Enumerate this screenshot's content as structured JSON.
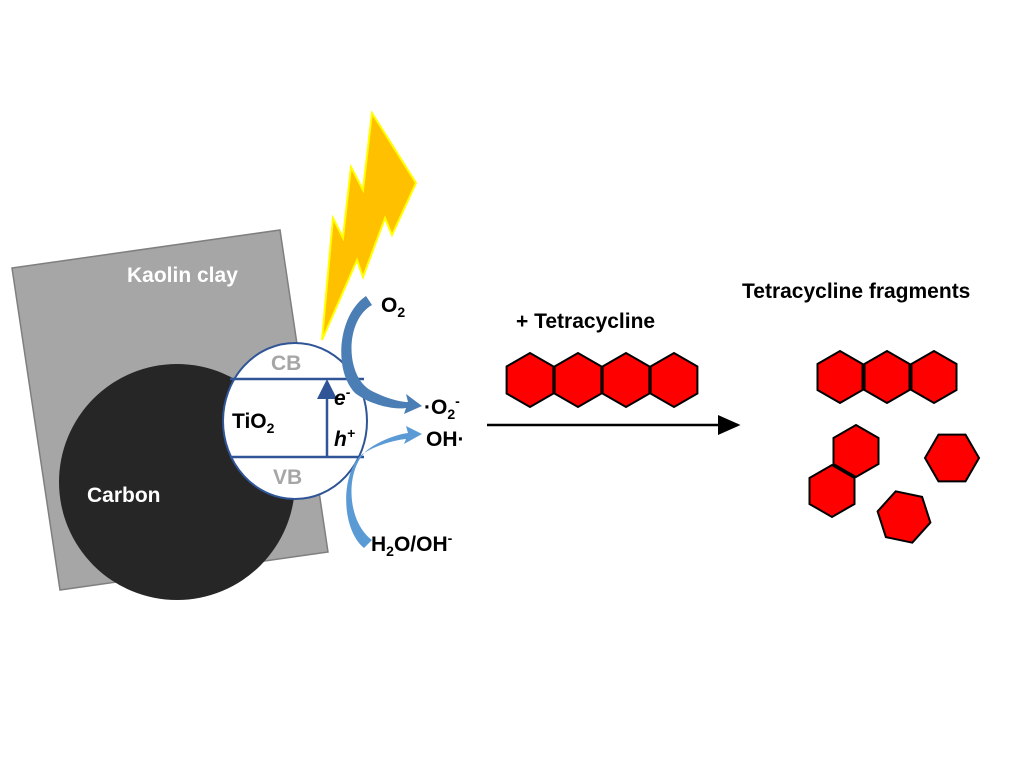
{
  "labels": {
    "kaolin": "Kaolin clay",
    "carbon": "Carbon",
    "tio2": "TiO",
    "tio2_sub": "2",
    "cb": "CB",
    "vb": "VB",
    "electron": "e",
    "electron_sup": "-",
    "hole": "h",
    "hole_sup": "+",
    "o2": "O",
    "o2_sub": "2",
    "superoxide_pre": "·O",
    "superoxide_sub": "2",
    "superoxide_sup": "-",
    "hydroxyl": "OH",
    "hydroxyl_dot": "·",
    "water_h": "H",
    "water_sub": "2",
    "water_rest": "O/OH",
    "water_sup": "-",
    "reactant": "+ Tetracycline",
    "product": "Tetracycline fragments"
  },
  "colors": {
    "kaolin": "#a6a6a6",
    "carbon": "#262626",
    "tio2_outline": "#2f5597",
    "band_label": "#a6a6a6",
    "light": "#ffc000",
    "light_outline": "#ffff00",
    "curved_arrow": "#4a7eb5",
    "molecule": "#ff0000"
  }
}
